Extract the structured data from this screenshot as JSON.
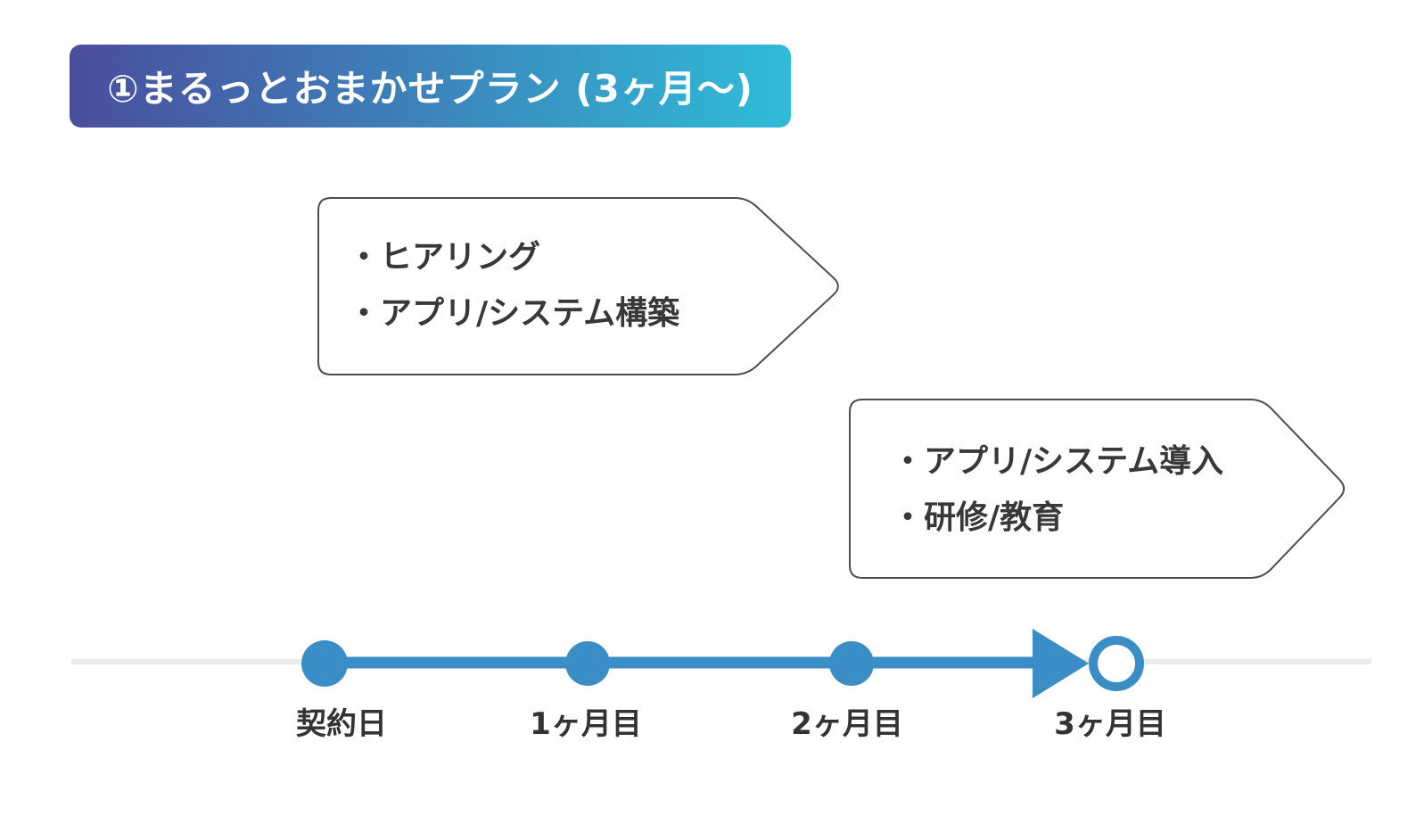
{
  "title": {
    "text": "①まるっとおまかせプラン (3ヶ月〜)",
    "gradient_left": "#4a4d9e",
    "gradient_right": "#2fbcd9"
  },
  "colors": {
    "accent_blue": "#3a8ec5",
    "track_gray": "#ebebeb",
    "outline_gray": "#4d4d4d",
    "body_text": "#383838",
    "title_text": "#ffffff"
  },
  "callouts": [
    {
      "lines": [
        "・ヒアリング",
        "・アプリ/システム構築"
      ]
    },
    {
      "lines": [
        "・アプリ/システム導入",
        "・研修/教育"
      ]
    }
  ],
  "timeline": {
    "milestones": [
      {
        "label": "契約日",
        "marker": "filled-dot"
      },
      {
        "label": "1ヶ月目",
        "marker": "filled-dot"
      },
      {
        "label": "2ヶ月目",
        "marker": "filled-dot"
      },
      {
        "label": "3ヶ月目",
        "marker": "arrow-open-circle"
      }
    ]
  }
}
